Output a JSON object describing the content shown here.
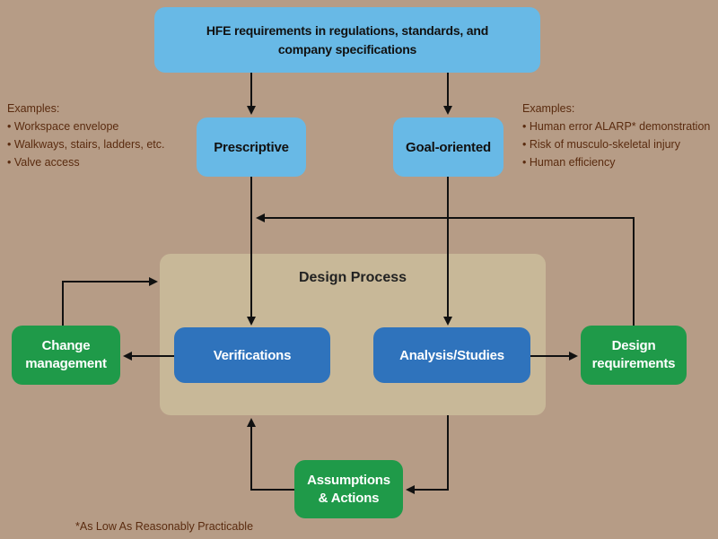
{
  "nodes": {
    "hfe": "HFE requirements in regulations, standards, and company specifications",
    "prescriptive": "Prescriptive",
    "goal_oriented": "Goal-oriented",
    "design_process": "Design Process",
    "verifications": "Verifications",
    "analysis_studies": "Analysis/Studies",
    "change_management": "Change management",
    "design_requirements": "Design requirements",
    "assumptions_actions": "Assumptions & Actions"
  },
  "examples_left": {
    "heading": "Examples:",
    "items": [
      "Workspace envelope",
      "Walkways, stairs, ladders, etc.",
      "Valve access"
    ]
  },
  "examples_right": {
    "heading": "Examples:",
    "items": [
      "Human error ALARP* demonstration",
      "Risk of musculo-skeletal injury",
      "Human efficiency"
    ]
  },
  "footnote": "*As Low As Reasonably Practicable",
  "colors": {
    "background": "#b69c86",
    "light_blue": "#68b9e6",
    "dark_blue": "#2f73bc",
    "green": "#1f9a49",
    "process_area": "#c8b898",
    "text_brown": "#5a2b0f"
  }
}
